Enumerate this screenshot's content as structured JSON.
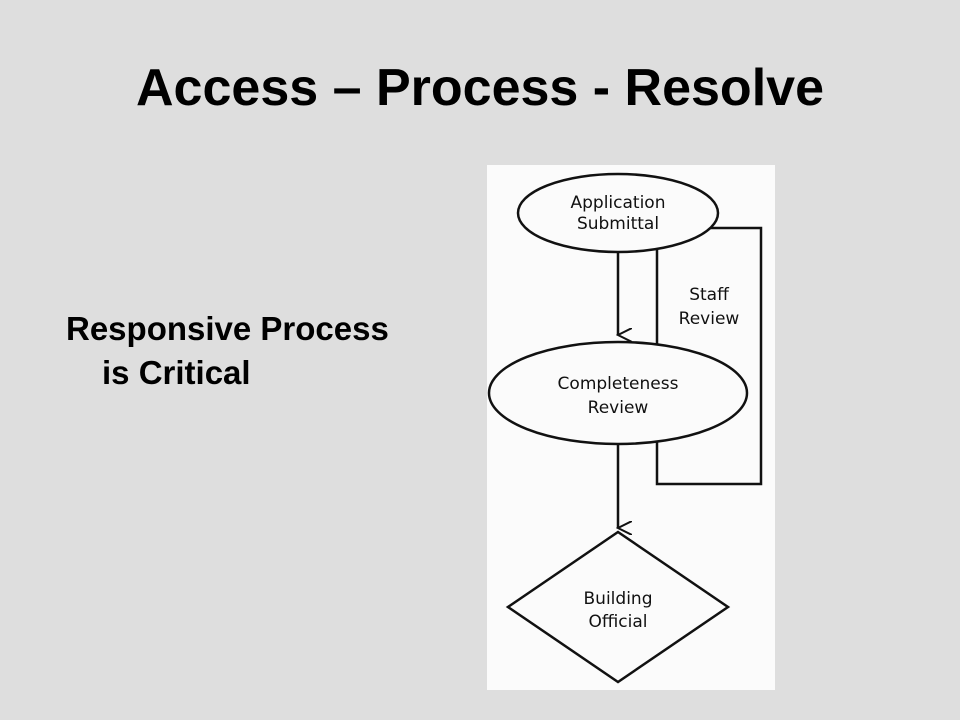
{
  "slide": {
    "title": "Access – Process - Resolve",
    "body_line1": "Responsive Process",
    "body_line2": "is Critical"
  },
  "flowchart": {
    "nodes": [
      {
        "id": "application-submittal",
        "shape": "ellipse",
        "lines": [
          "Application",
          "Submittal"
        ]
      },
      {
        "id": "completeness-review",
        "shape": "ellipse",
        "lines": [
          "Completeness",
          "Review"
        ]
      },
      {
        "id": "building-official",
        "shape": "diamond",
        "lines": [
          "Building",
          "Official"
        ]
      }
    ],
    "loop_label": [
      "Staff",
      "Review"
    ],
    "colors": {
      "diagram_background": "#fbfbfb",
      "stroke": "#111111",
      "slide_background": "#dedede"
    }
  }
}
